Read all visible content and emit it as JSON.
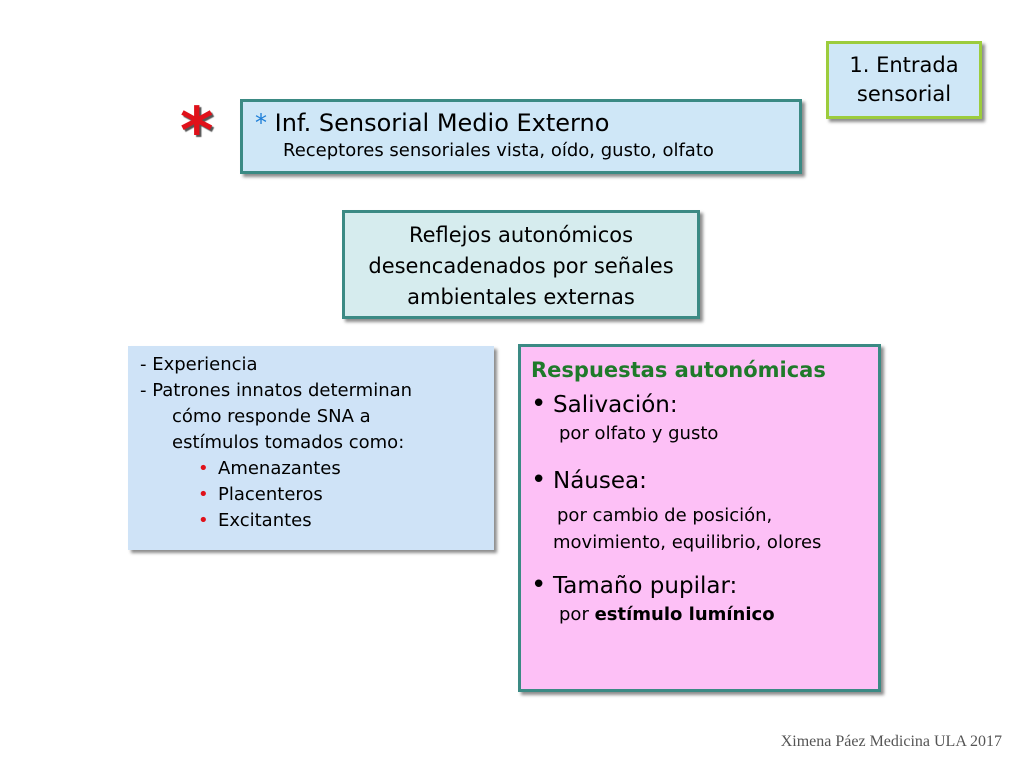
{
  "entrada": {
    "line1": "1. Entrada",
    "line2": "sensorial"
  },
  "star": "*",
  "inf": {
    "asterisk": "*",
    "title": "Inf. Sensorial Medio Externo",
    "subtitle": "Receptores sensoriales vista, oído, gusto, olfato"
  },
  "reflejos": {
    "line1": "Reflejos autonómicos",
    "line2": "desencadenados por señales",
    "line3": "ambientales externas"
  },
  "experiencia": {
    "line1": "- Experiencia",
    "line2": "- Patrones innatos determinan",
    "line3": "cómo responde SNA a",
    "line4": "estímulos tomados como:",
    "bullet": "•",
    "items": [
      "Amenazantes",
      "Placenteros",
      "Excitantes"
    ]
  },
  "respuestas": {
    "title": "Respuestas autonómicas",
    "bullet": "•",
    "items": [
      {
        "label": "Salivación:",
        "sub1": "por olfato y gusto"
      },
      {
        "label": "Náusea:",
        "sub1": "por cambio de posición,",
        "sub2": "movimiento, equilibrio, olores"
      },
      {
        "label": "Tamaño pupilar:",
        "sub_prefix": "por",
        "sub_bold": "estímulo lumínico"
      }
    ]
  },
  "footer": "Ximena Páez Medicina ULA 2017",
  "colors": {
    "accent_red": "#e0111a",
    "title_green": "#1f7a2a",
    "border_teal": "#3b8a84",
    "border_green": "#9ccc3d"
  }
}
